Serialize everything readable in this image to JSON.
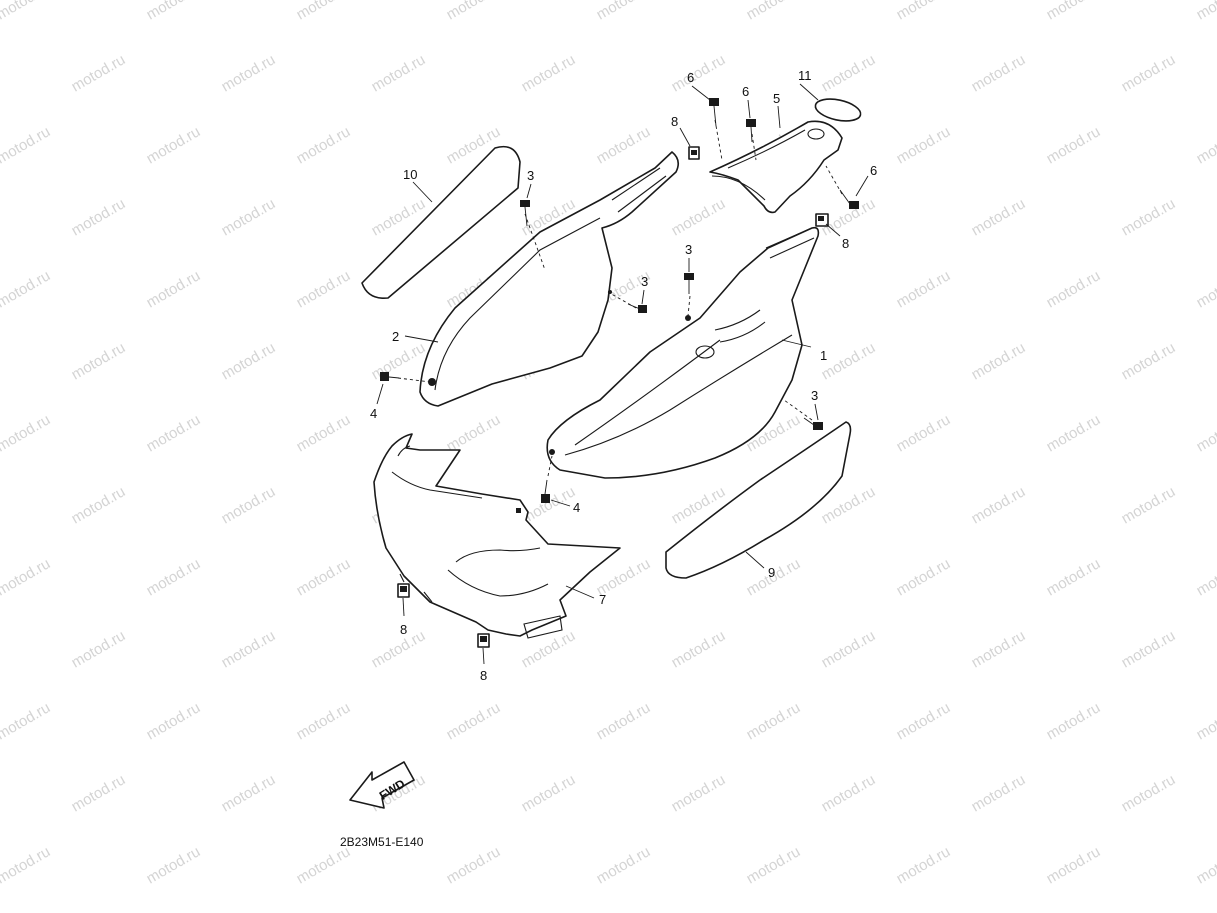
{
  "watermark": "motod.ru",
  "diagram_code": "2B23M51-E140",
  "fwd_label": "FWD",
  "callouts": {
    "p1": "1",
    "p2": "2",
    "p3a": "3",
    "p3b": "3",
    "p3c": "3",
    "p3d": "3",
    "p4a": "4",
    "p4b": "4",
    "p5": "5",
    "p6a": "6",
    "p6b": "6",
    "p6c": "6",
    "p7": "7",
    "p8a": "8",
    "p8b": "8",
    "p8c": "8",
    "p8d": "8",
    "p9": "9",
    "p10": "10",
    "p11": "11"
  }
}
